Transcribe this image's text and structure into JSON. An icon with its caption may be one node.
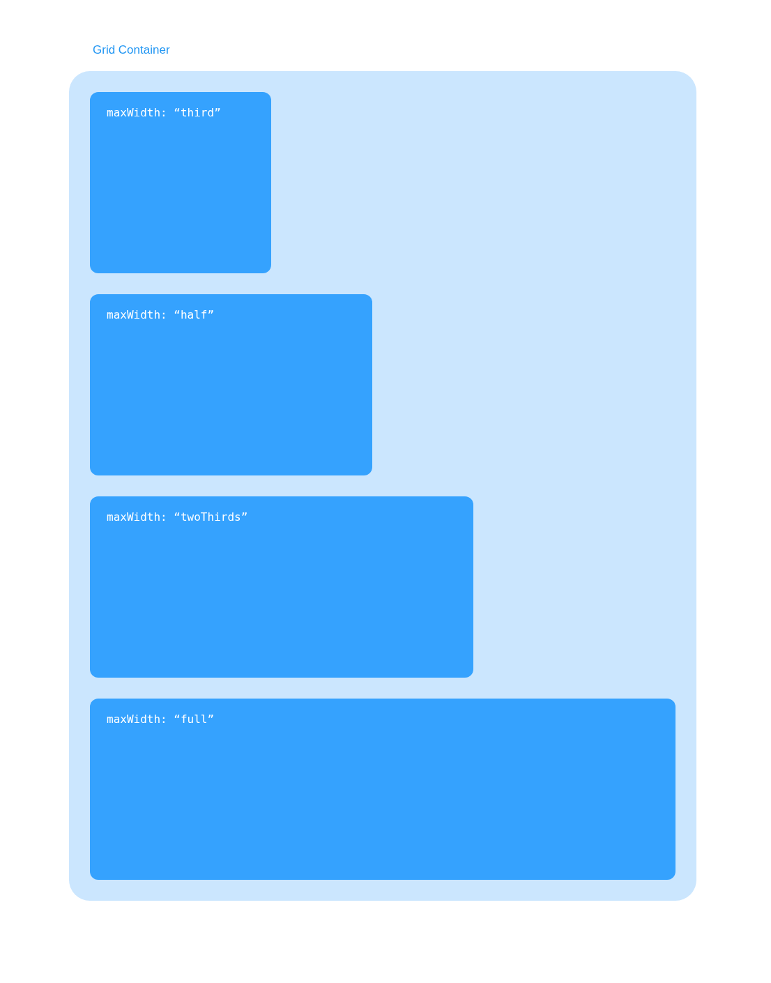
{
  "diagram": {
    "nodes": [
      {
        "text": [
          "Grid Container"
        ]
      },
      {
        "text": [
          "maxWidth: “third”"
        ],
        "in": 0
      },
      {
        "text": [
          "maxWidth: “half”"
        ],
        "in": 0
      },
      {
        "text": [
          "maxWidth: “twoThirds”"
        ],
        "in": 0
      },
      {
        "text": [
          "maxWidth: “full”"
        ],
        "in": 0
      }
    ]
  }
}
